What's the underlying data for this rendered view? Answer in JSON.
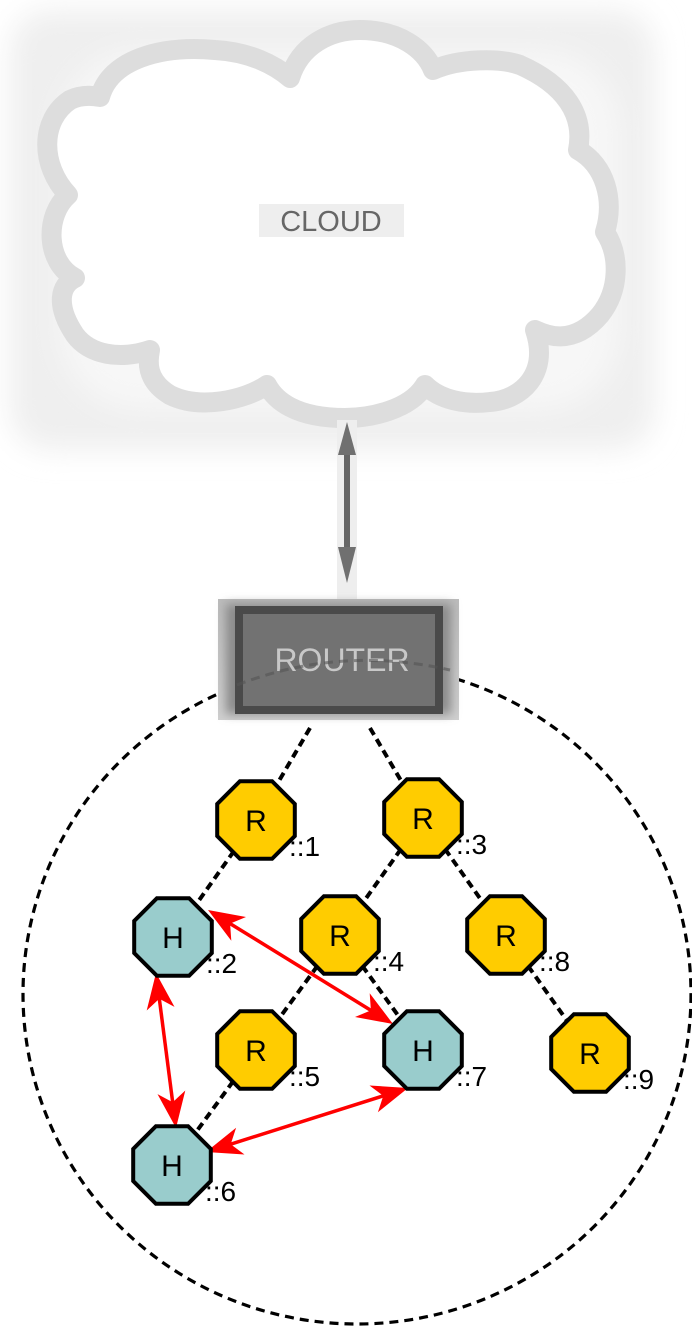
{
  "cloud": {
    "label": "CLOUD",
    "outline_color": "#dddddd",
    "fill_color": "#ffffff"
  },
  "router": {
    "label": "ROUTER",
    "fill_color": "#6e6e6e",
    "border_color": "#484848"
  },
  "uplink": {
    "type": "bidirectional",
    "from": "cloud",
    "to": "router",
    "color": "#666666"
  },
  "colors": {
    "router_node": "#ffcc00",
    "host_node": "#99cccc",
    "node_stroke": "#000000",
    "arrow": "#ff0000",
    "tree_link": "#000000"
  },
  "nodes": [
    {
      "id": "n1",
      "type": "R",
      "label": "R",
      "address": "::1"
    },
    {
      "id": "n3",
      "type": "R",
      "label": "R",
      "address": "::3"
    },
    {
      "id": "n2",
      "type": "H",
      "label": "H",
      "address": "::2"
    },
    {
      "id": "n4",
      "type": "R",
      "label": "R",
      "address": "::4"
    },
    {
      "id": "n8",
      "type": "R",
      "label": "R",
      "address": "::8"
    },
    {
      "id": "n5",
      "type": "R",
      "label": "R",
      "address": "::5"
    },
    {
      "id": "n7",
      "type": "H",
      "label": "H",
      "address": "::7"
    },
    {
      "id": "n9",
      "type": "R",
      "label": "R",
      "address": "::9"
    },
    {
      "id": "n6",
      "type": "H",
      "label": "H",
      "address": "::6"
    }
  ],
  "tree_links": [
    {
      "from": "router",
      "to": "n1"
    },
    {
      "from": "router",
      "to": "n3"
    },
    {
      "from": "n1",
      "to": "n2"
    },
    {
      "from": "n3",
      "to": "n4"
    },
    {
      "from": "n3",
      "to": "n8"
    },
    {
      "from": "n4",
      "to": "n6"
    },
    {
      "from": "n4",
      "to": "n7"
    },
    {
      "from": "n8",
      "to": "n9"
    }
  ],
  "host_links": [
    {
      "from": "n2",
      "to": "n7",
      "type": "bidirectional"
    },
    {
      "from": "n2",
      "to": "n6",
      "type": "bidirectional"
    },
    {
      "from": "n6",
      "to": "n7",
      "type": "bidirectional"
    }
  ]
}
